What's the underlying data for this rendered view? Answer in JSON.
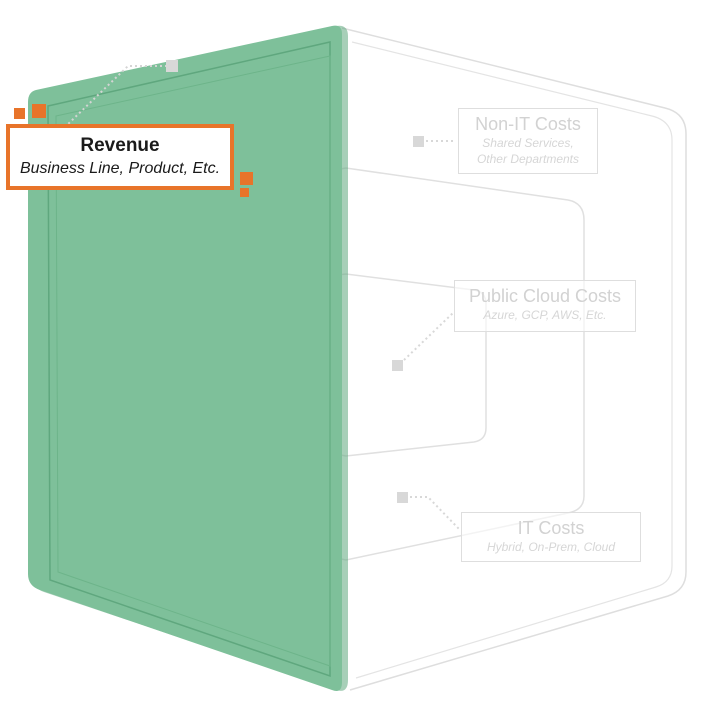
{
  "diagram": {
    "revenue": {
      "title": "Revenue",
      "subtitle": "Business Line, Product, Etc."
    },
    "non_it": {
      "title": "Non-IT Costs",
      "subtitle_line1": "Shared Services,",
      "subtitle_line2": "Other Departments"
    },
    "public_cloud": {
      "title": "Public Cloud Costs",
      "subtitle": "Azure, GCP, AWS, Etc."
    },
    "it_costs": {
      "title": "IT Costs",
      "subtitle": "Hybrid, On-Prem, Cloud"
    }
  },
  "colors": {
    "revenue_panel": "#7ec09a",
    "revenue_panel_edge": "#5fa77e",
    "accent_orange": "#e8742a",
    "ghost_line": "#dedede",
    "ghost_marker": "#d8d8d8"
  }
}
